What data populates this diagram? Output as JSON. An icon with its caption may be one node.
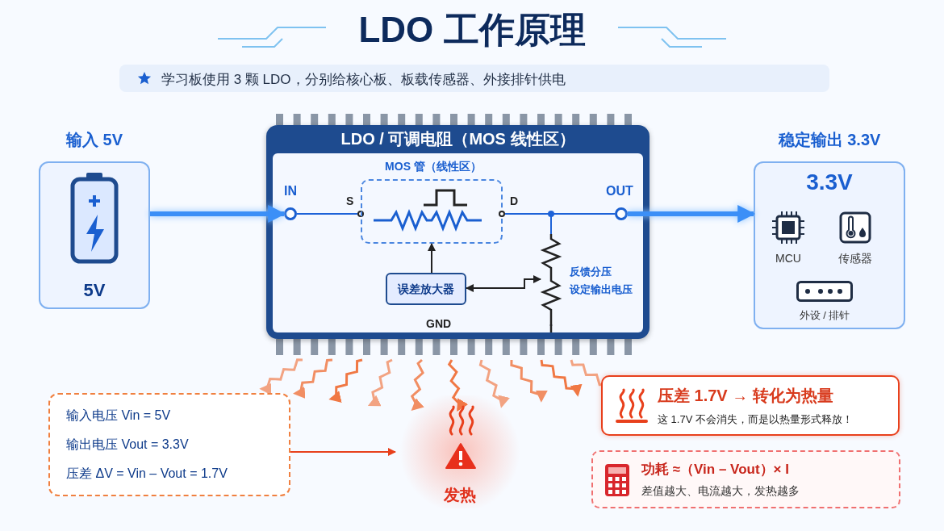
{
  "diagram": {
    "title": "LDO 工作原理",
    "nodes": [
      {
        "text": [
          "输入 5V",
          "5V"
        ]
      },
      {
        "text": [
          "LDO / 可调电阻（MOS 线性区）"
        ]
      },
      {
        "text": [
          "IN"
        ],
        "in": 1
      },
      {
        "text": [
          "S"
        ],
        "in": 1
      },
      {
        "text": [
          "MOS 管（线性区）"
        ],
        "in": 1
      },
      {
        "text": [
          "D"
        ],
        "in": 1
      },
      {
        "text": [
          "OUT"
        ],
        "in": 1
      },
      {
        "text": [
          "误差放大器"
        ],
        "in": 1
      },
      {
        "text": [],
        "shape": "picture",
        "in": 1,
        "beside": [
          "反馈分压",
          "设定输出电压"
        ]
      },
      {
        "text": [
          "稳定输出 3.3V",
          "3.3V"
        ]
      },
      {
        "text": [
          "MCU"
        ],
        "in": 9
      },
      {
        "text": [
          "传感器"
        ],
        "in": 9
      },
      {
        "text": [
          "外设 / 排针"
        ],
        "in": 9
      },
      {
        "text": [
          "输入电压 Vin = 5V",
          "输出电压 Vout = 3.3V",
          "压差 ΔV = Vin – Vout = 1.7V"
        ]
      },
      {
        "text": [
          "发热"
        ]
      },
      {
        "text": [
          "压差 1.7V → 转化为热量",
          "这 1.7V 不会消失，而是以热量形式释放！"
        ]
      },
      {
        "text": [
          "功耗 ≈（Vin – Vout）× I",
          "差值越大、电流越大，发热越多"
        ]
      }
    ],
    "edges": [
      {
        "from": 0,
        "to": 2,
        "arrow": "to",
        "style": "thick",
        "color": "#3b8ff7"
      },
      {
        "from": 2,
        "to": 3,
        "arrow": "none"
      },
      {
        "from": 5,
        "to": 6,
        "arrow": "none"
      },
      {
        "from": 5,
        "to": 8,
        "arrow": "none"
      },
      {
        "from": 8,
        "to": 7,
        "arrow": "both",
        "color": "#222222"
      },
      {
        "from": 7,
        "to": 4,
        "arrow": "to",
        "color": "#222222"
      },
      {
        "from": 6,
        "to": 9,
        "arrow": "to",
        "style": "thick",
        "color": "#3b8ff7"
      },
      {
        "from": 13,
        "to": 14,
        "arrow": "to",
        "color": "#e8401c"
      }
    ],
    "labels": [
      "学习板使用 3 颗 LDO，分别给核心板、板载传感器、外接排针供电",
      "GND"
    ]
  }
}
